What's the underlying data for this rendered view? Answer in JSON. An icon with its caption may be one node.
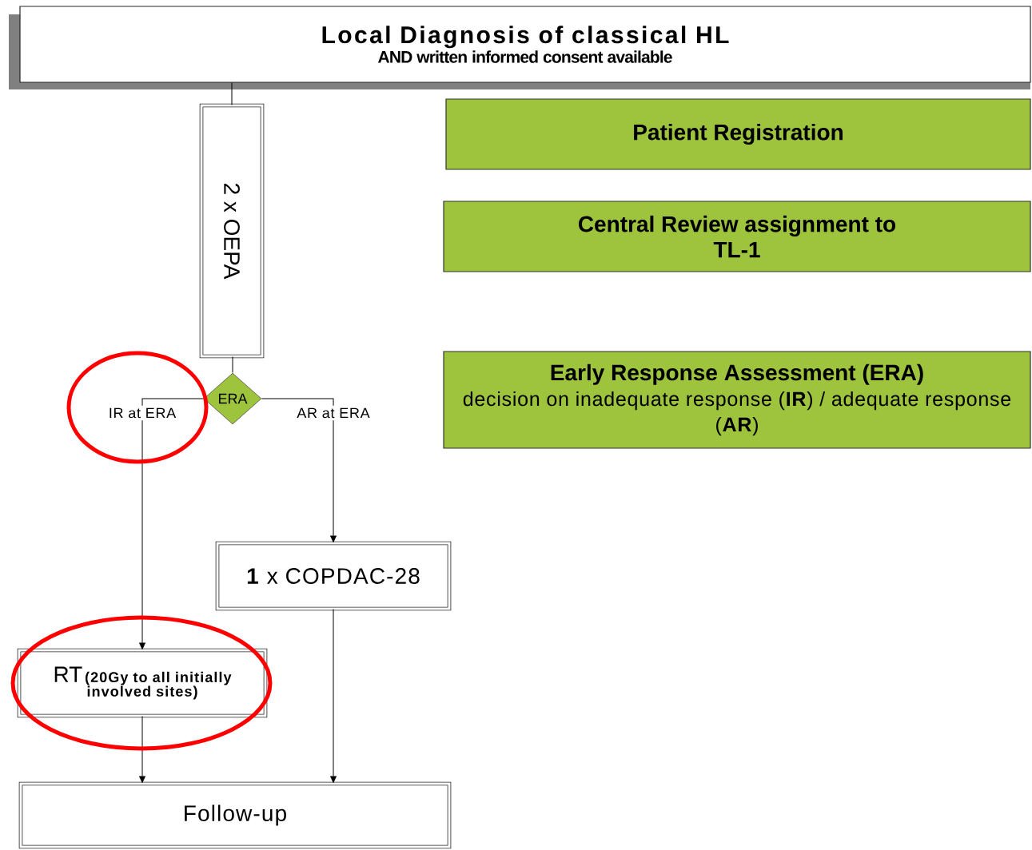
{
  "diagram": {
    "nodes": [
      {
        "text": [
          "Local Diagnosis of classical HL",
          "AND written informed consent available"
        ]
      },
      {
        "text": [
          "2 x OEPA"
        ]
      },
      {
        "text": [
          "Patient Registration"
        ]
      },
      {
        "text": [
          "Central Review assignment to TL-1"
        ]
      },
      {
        "text": [
          "Early Response Assessment (ERA)",
          "decision on inadequate response (**IR**) / adequate response (**AR**)"
        ]
      },
      {
        "text": [
          "ERA"
        ]
      },
      {
        "text": [
          "**1** x COPDAC-28"
        ]
      },
      {
        "text": [
          "RT",
          "(20Gy to all initially involved sites)"
        ]
      },
      {
        "text": [
          "Follow-up"
        ]
      }
    ],
    "edges": [
      {
        "from": 0,
        "to": 1,
        "arrow": "none"
      },
      {
        "from": 1,
        "to": 5,
        "arrow": "none"
      },
      {
        "from": 5,
        "to": 7,
        "arrow": "to",
        "label": "IR at ERA"
      },
      {
        "from": 5,
        "to": 6,
        "arrow": "to",
        "label": "AR at ERA"
      },
      {
        "from": 7,
        "to": 8,
        "arrow": "to"
      },
      {
        "from": 6,
        "to": 8,
        "arrow": "to"
      }
    ]
  }
}
